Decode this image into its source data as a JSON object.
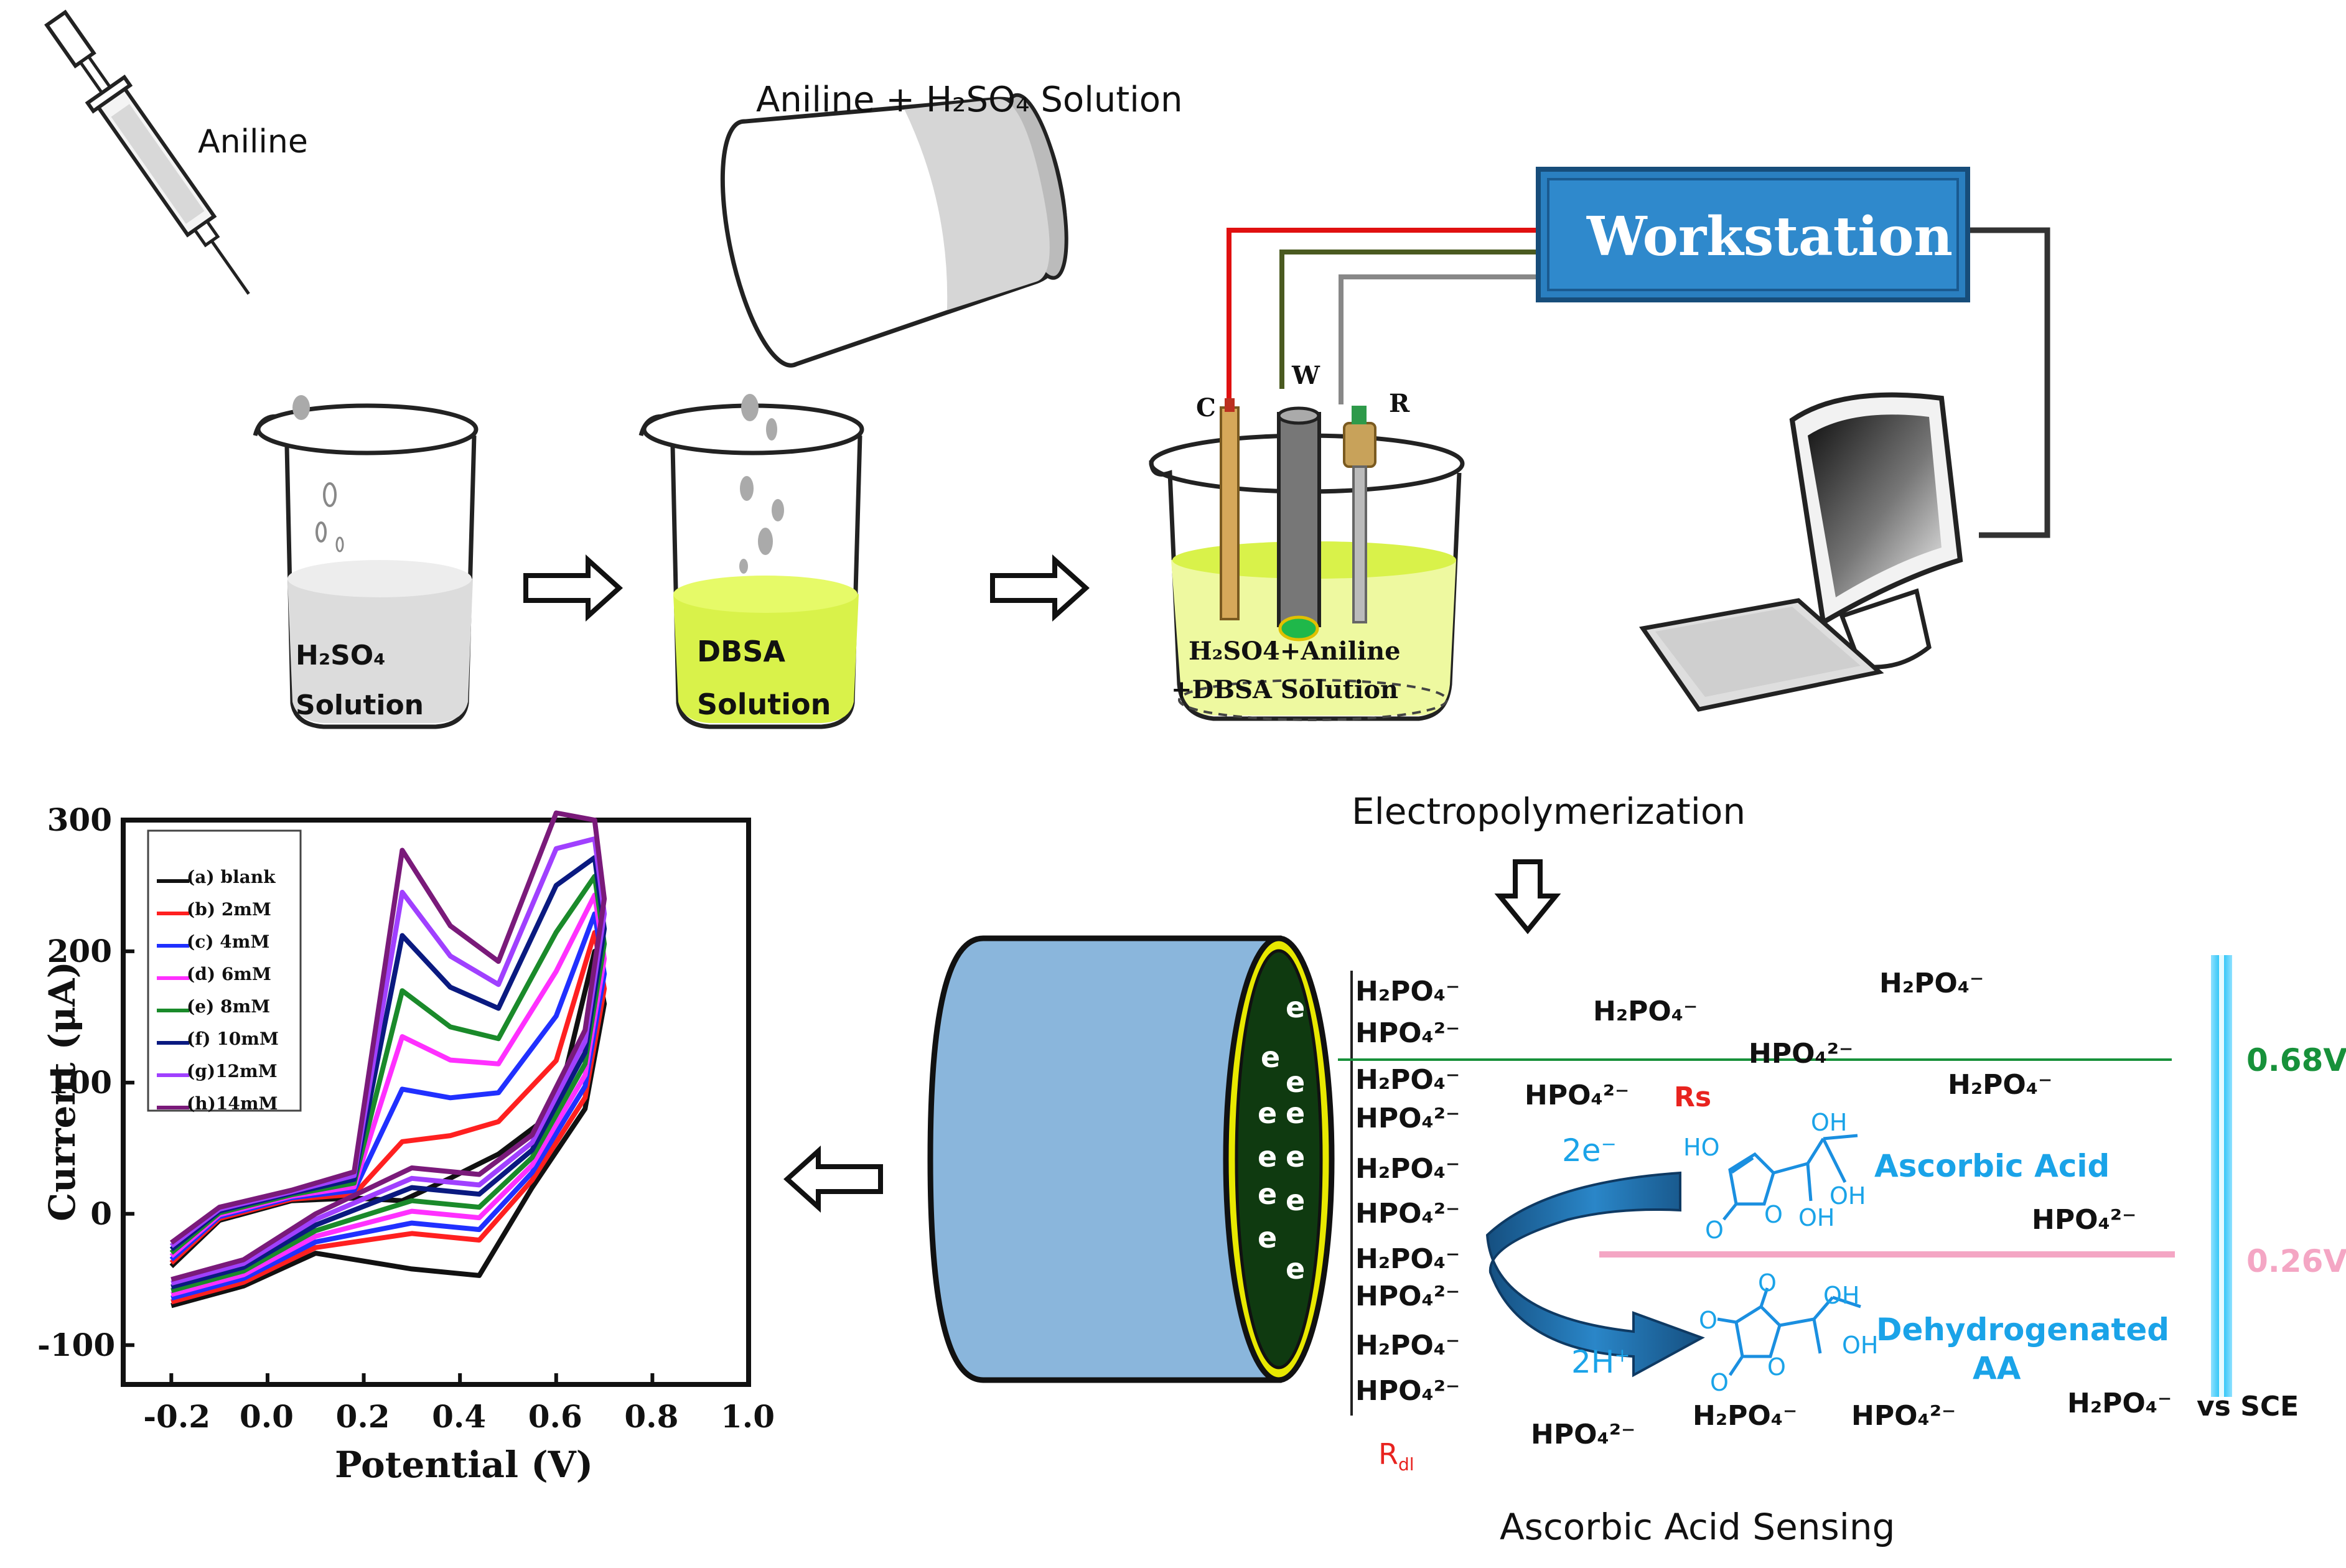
{
  "top": {
    "syringe_label": "Aniline",
    "pour_label": "Aniline + H₂SO₄ Solution",
    "beaker1_line1": "H₂SO₄",
    "beaker1_line2": "Solution",
    "beaker2_line1": "DBSA",
    "beaker2_line2": "Solution",
    "cell_electrodes": {
      "c": "C",
      "w": "W",
      "r": "R"
    },
    "cell_solution_line1": "H₂SO4+Aniline",
    "cell_solution_line2": "+DBSA Solution",
    "workstation": "Workstation"
  },
  "middle": {
    "electropolymerization": "Electropolymerization"
  },
  "chart_data": {
    "type": "line",
    "xlabel": "Potential (V)",
    "ylabel": "Current (μA)",
    "xlim": [
      -0.3,
      1.0
    ],
    "ylim": [
      -130,
      300
    ],
    "xticks": [
      "-0.2",
      "0.0",
      "0.2",
      "0.4",
      "0.6",
      "0.8",
      "1.0"
    ],
    "yticks": [
      "300",
      "200",
      "100",
      "0",
      "-100"
    ],
    "legend_position": "top-left",
    "series": [
      {
        "name": "(a) blank",
        "color": "#111111",
        "peak_anodic": 10,
        "cathodic_min": -47
      },
      {
        "name": "(b) 2mM",
        "color": "#ff2020",
        "peak_anodic": 55,
        "cathodic_min": -20
      },
      {
        "name": "(c) 4mM",
        "color": "#2030ff",
        "peak_anodic": 95,
        "cathodic_min": -12
      },
      {
        "name": "(d) 6mM",
        "color": "#ff30ff",
        "peak_anodic": 135,
        "cathodic_min": -3
      },
      {
        "name": "(e) 8mM",
        "color": "#1a8a2a",
        "peak_anodic": 170,
        "cathodic_min": 5
      },
      {
        "name": "(f) 10mM",
        "color": "#0a1a80",
        "peak_anodic": 212,
        "cathodic_min": 15
      },
      {
        "name": "(g)12mM",
        "color": "#a040ff",
        "peak_anodic": 245,
        "cathodic_min": 22
      },
      {
        "name": "(h)14mM",
        "color": "#7a1a7a",
        "peak_anodic": 277,
        "cathodic_min": 30
      }
    ]
  },
  "sensing": {
    "ions_col": [
      "H₂PO₄⁻",
      "HPO₄²⁻",
      "H₂PO₄⁻",
      "HPO₄²⁻",
      "H₂PO₄⁻",
      "HPO₄²⁻",
      "H₂PO₄⁻",
      "HPO₄²⁻",
      "H₂PO₄⁻",
      "HPO₄²⁻"
    ],
    "electrons": [
      "e",
      "e",
      "e",
      "e",
      "e",
      "e",
      "e",
      "e",
      "e",
      "e",
      "e"
    ],
    "rdl": "R",
    "rdl_sub": "dl",
    "rs": "Rs",
    "two_e": "2e",
    "two_h": "2H",
    "ascorbic_acid": "Ascorbic Acid",
    "dehydro_line1": "Dehydrogenated",
    "dehydro_line2": "AA",
    "v068": "0.68V",
    "v026": "0.26V",
    "vs_sce": "vs SCE",
    "caption": "Ascorbic Acid Sensing",
    "oh1": "HO",
    "oh2": "OH",
    "oh3": "OH",
    "oh4": "OH",
    "o1": "O",
    "o2": "O",
    "o3": "O",
    "o4": "O",
    "o5": "O",
    "o6": "O",
    "o7": "O",
    "o8": "O"
  },
  "colors": {
    "solution_yellow": "#d9f24a",
    "workstation_blue": "#2a7fc0",
    "electrode_blue": "#8ab6dc",
    "arrow_blue": "#1f6fae",
    "text_blue": "#1aa3e8",
    "line_green": "#17913a",
    "line_pink": "#f4a6c4"
  }
}
